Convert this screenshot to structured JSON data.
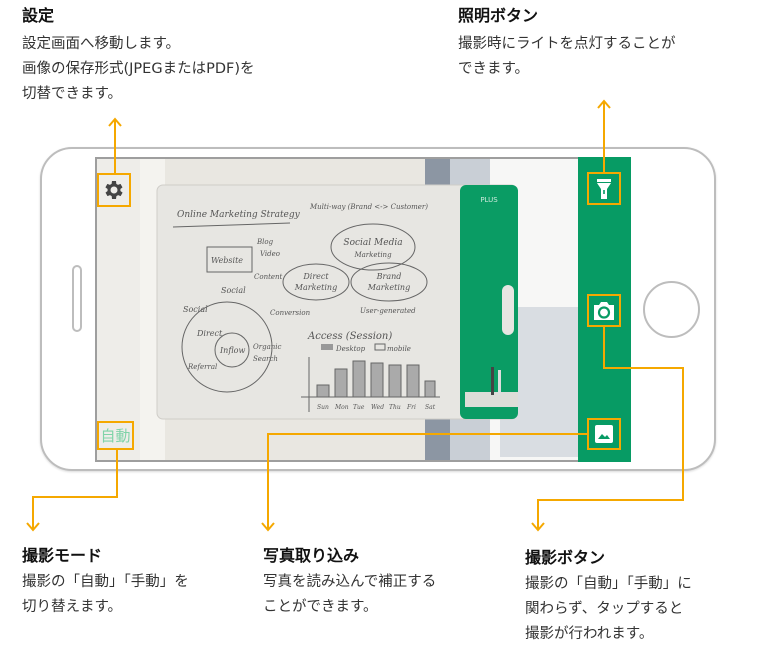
{
  "callouts": {
    "settings": {
      "title": "設定",
      "lines": [
        "設定画面へ移動します。",
        "画像の保存形式(JPEGまたはPDF)を",
        "切替できます。"
      ]
    },
    "light": {
      "title": "照明ボタン",
      "lines": [
        "撮影時にライトを点灯することが",
        "できます。"
      ]
    },
    "mode": {
      "title": "撮影モード",
      "lines": [
        "撮影の「自動」「手動」を",
        "切り替えます。"
      ]
    },
    "import": {
      "title": "写真取り込み",
      "lines": [
        "写真を読み込んで補正する",
        "ことができます。"
      ]
    },
    "shutter": {
      "title": "撮影ボタン",
      "lines": [
        "撮影の「自動」「手動」に",
        "関わらず、タップすると",
        "撮影が行われます。"
      ]
    }
  },
  "app": {
    "mode_label": "自動",
    "icons": {
      "settings": "gear-icon",
      "light": "flashlight-icon",
      "shutter": "camera-icon",
      "import": "gallery-icon"
    }
  },
  "whiteboard": {
    "brand": "PLUS",
    "title": "Online Marketing Strategy",
    "flow": "Multi-way (Brand <-> Customer)",
    "website": "Website",
    "blog": "Blog",
    "video": "Video",
    "content": "Content",
    "social": "Social",
    "conversion": "Conversion",
    "smm1": "Social Media",
    "smm2": "Marketing",
    "dm1": "Direct",
    "dm2": "Marketing",
    "bm1": "Brand",
    "bm2": "Marketing",
    "ugc": "User-generated",
    "pie_social": "Social",
    "pie_direct": "Direct",
    "pie_inflow": "Inflow",
    "pie_referral": "Referral",
    "pie_organic1": "Organic",
    "pie_organic2": "Search",
    "access": "Access (Session)",
    "legend_desktop": "Desktop",
    "legend_mobile": "mobile",
    "days": [
      "Sun",
      "Mon",
      "Tue",
      "Wed",
      "Thu",
      "Fri",
      "Sat"
    ]
  },
  "colors": {
    "accent": "#f5a800",
    "green": "#079b64",
    "auto_text": "#7fd3a8"
  }
}
